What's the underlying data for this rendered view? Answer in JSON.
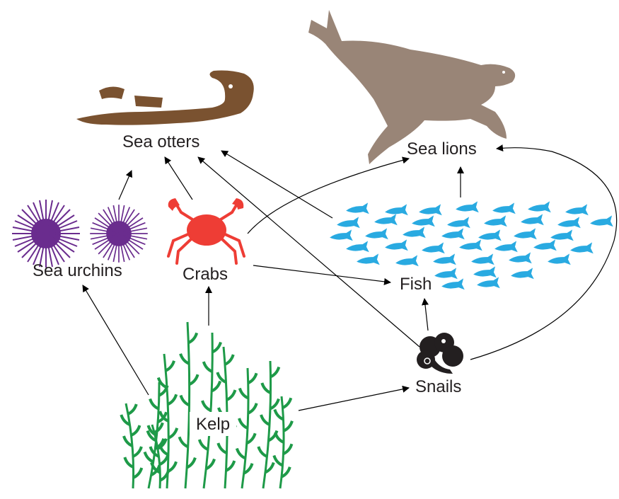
{
  "diagram": {
    "nodes": {
      "sea_otters": "Sea otters",
      "sea_lions": "Sea lions",
      "sea_urchins": "Sea urchins",
      "crabs": "Crabs",
      "fish": "Fish",
      "snails": "Snails",
      "kelp": "Kelp"
    },
    "edges": [
      {
        "from": "Sea urchins",
        "to": "Sea otters"
      },
      {
        "from": "Crabs",
        "to": "Sea otters"
      },
      {
        "from": "Fish",
        "to": "Sea otters"
      },
      {
        "from": "Snails",
        "to": "Sea otters"
      },
      {
        "from": "Crabs",
        "to": "Sea lions"
      },
      {
        "from": "Fish",
        "to": "Sea lions"
      },
      {
        "from": "Snails",
        "to": "Sea lions"
      },
      {
        "from": "Crabs",
        "to": "Fish"
      },
      {
        "from": "Snails",
        "to": "Fish"
      },
      {
        "from": "Kelp",
        "to": "Sea urchins"
      },
      {
        "from": "Kelp",
        "to": "Crabs"
      },
      {
        "from": "Kelp",
        "to": "Snails"
      }
    ],
    "colors": {
      "sea_otter": "#7a5230",
      "sea_lion": "#998577",
      "sea_urchin": "#6a2c8e",
      "crab": "#ee3d35",
      "fish": "#29aae1",
      "snail": "#231f20",
      "kelp": "#1e9a48",
      "arrow": "#000000"
    }
  }
}
